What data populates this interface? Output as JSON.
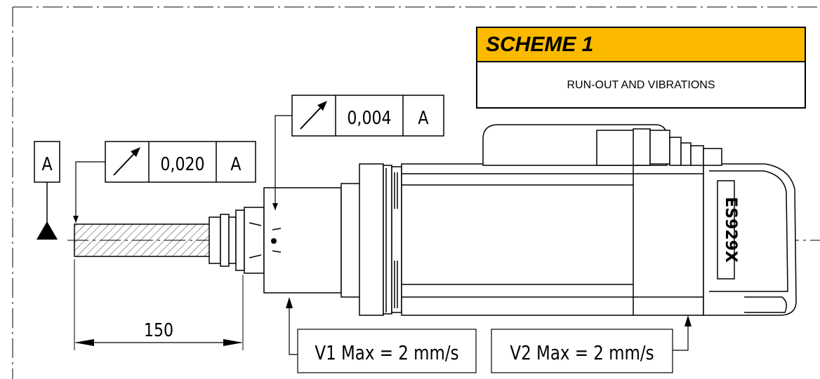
{
  "scheme": {
    "title": "SCHEME 1",
    "subtitle": "RUN-OUT AND VIBRATIONS"
  },
  "datum": {
    "letter": "A"
  },
  "tolerance_tool": {
    "symbol": "circular-runout-arrow-icon",
    "value": "0,020",
    "datum": "A"
  },
  "tolerance_spindle": {
    "symbol": "circular-runout-arrow-icon",
    "value": "0,004",
    "datum": "A"
  },
  "dimension": {
    "value": "150"
  },
  "vibration_1": {
    "label": "V1 Max = 2 mm/s"
  },
  "vibration_2": {
    "label": "V2 Max = 2 mm/s"
  },
  "spindle_brand": {
    "text": "ES929X"
  },
  "colors": {
    "header": "#fbb900",
    "line": "#000000"
  }
}
